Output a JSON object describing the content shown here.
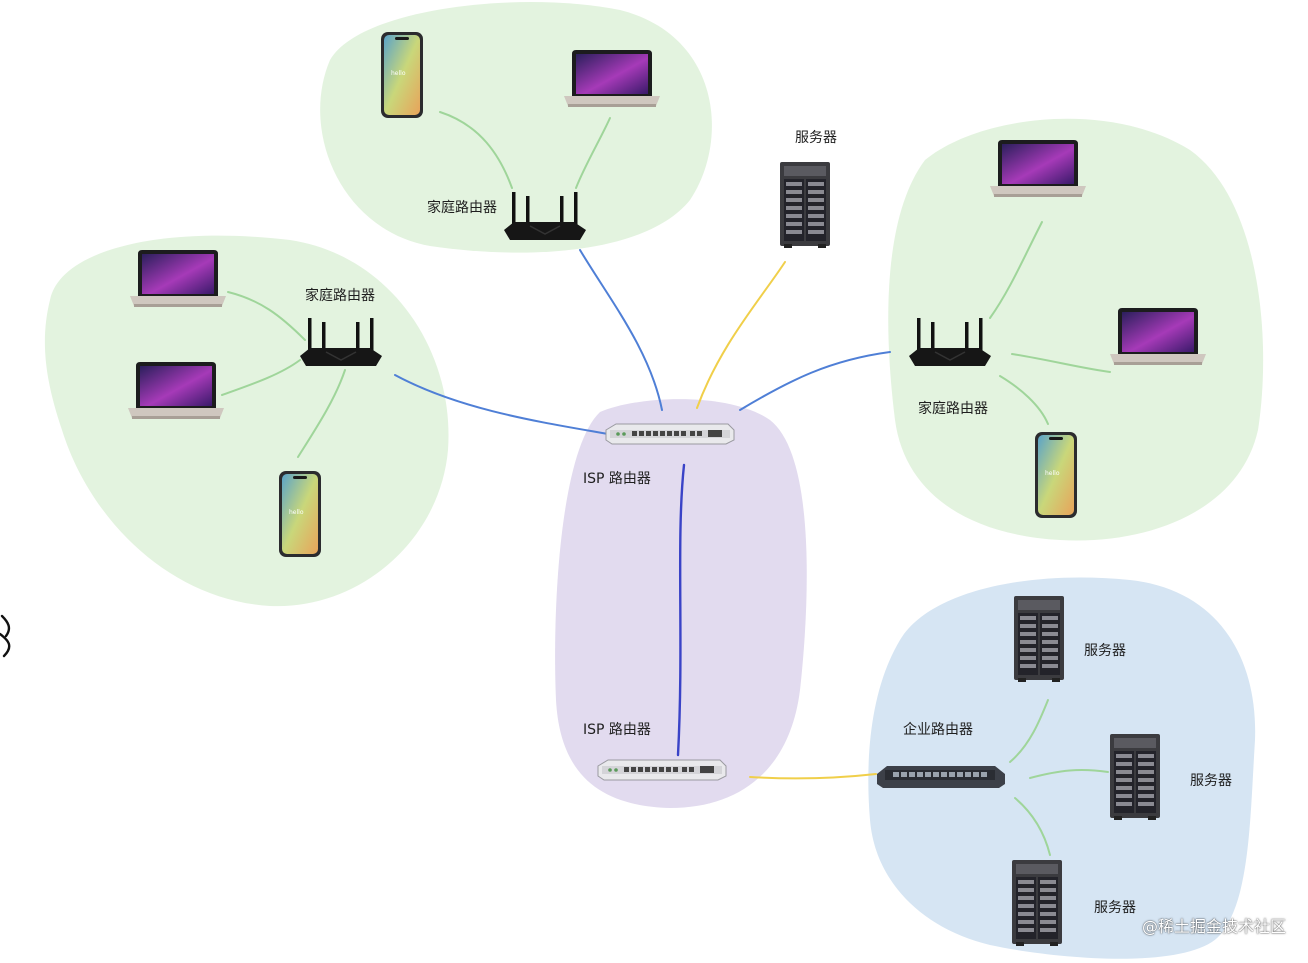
{
  "labels": {
    "home_router_top": "家庭路由器",
    "home_router_left": "家庭路由器",
    "home_router_right": "家庭路由器",
    "server_top": "服务器",
    "isp_router_upper": "ISP 路由器",
    "isp_router_lower": "ISP 路由器",
    "enterprise_router": "企业路由器",
    "enterprise_server_1": "服务器",
    "enterprise_server_2": "服务器",
    "enterprise_server_3": "服务器"
  },
  "watermark": "@稀土掘金技术社区",
  "colors": {
    "home_region": "#e3f3df",
    "isp_region": "#e2dbef",
    "enterprise_region": "#d6e5f3",
    "link_isp": "#4f7fd6",
    "link_server": "#f0cf4a",
    "link_home_device": "#9fd59a",
    "link_isp_backbone": "#3a43c7"
  }
}
